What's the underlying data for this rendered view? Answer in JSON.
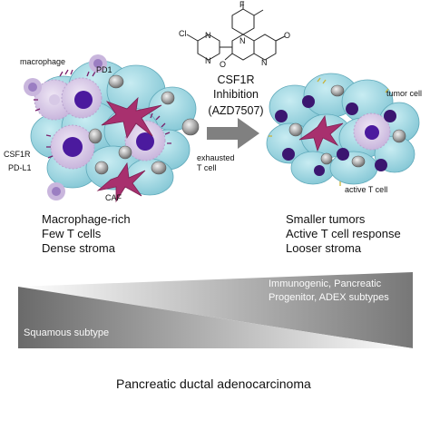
{
  "labels": {
    "macrophage": "macrophage",
    "pd1": "PD1",
    "csf1r": "CSF1R",
    "pdl1": "PD-L1",
    "caf": "CAF",
    "exhausted_1": "exhausted",
    "exhausted_2": "T cell",
    "tumor_cell": "tumor cell",
    "active_t_cell": "active T cell",
    "drug_atoms": {
      "cl": "Cl",
      "n1": "N",
      "n2": "N",
      "n3": "N",
      "n4": "N",
      "o": "O",
      "o2": "O",
      "f": "F"
    },
    "center_line1": "CSF1R",
    "center_line2": "Inhibition",
    "center_line3": "(AZD7507)"
  },
  "left_desc": [
    "Macrophage-rich",
    "Few T cells",
    "Dense stroma"
  ],
  "right_desc": [
    "Smaller tumors",
    "Active T cell response",
    "Looser stroma"
  ],
  "subtypes": {
    "top_line1": "Immunogenic, Pancreatic",
    "top_line2": "Progenitor, ADEX subtypes",
    "bottom": "Squamous subtype"
  },
  "footer_title": "Pancreatic ductal adenocarcinoma",
  "colors": {
    "stroma_blue": "#9fd4df",
    "purple_nucleus": "#4b1a9e",
    "caf_magenta": "#a8306e",
    "gray_cell": "#9a9a9a",
    "dark_gray": "#5a5a5a",
    "arrow_gray": "#808080",
    "gradient_dark": "#6e6e6e"
  }
}
